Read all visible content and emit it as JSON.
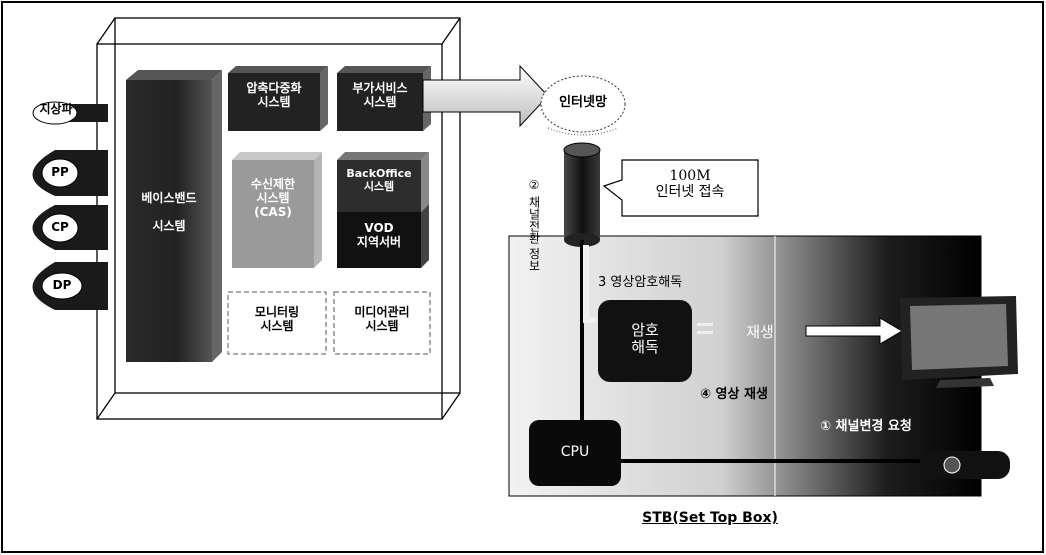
{
  "sources": [
    "지상파",
    "PP",
    "CP",
    "DP"
  ],
  "head_end": {
    "baseband": "베이스밴드\n\n시스템",
    "compress_mux": "압축다중화\n시스템",
    "value_added": "부가서비스\n시스템",
    "cas": "수신제한\n시스템\n(CAS)",
    "back_office": "BackOffice\n시스템",
    "vod": "VOD\n지역서버",
    "monitoring": "모니터링\n시스템",
    "media_mgmt": "미디어관리\n시스템"
  },
  "internet_cloud": "인터넷망",
  "bubble": "100M\n인터넷 접속",
  "stb": {
    "channel_info": "② 채널전환 정보",
    "decrypt_step": "3  영상암호해독",
    "decrypt_block": "암호\n해독",
    "play_block": "재생",
    "video_play": "④ 영상 재생",
    "cpu": "CPU",
    "channel_change": "① 채널변경 요청",
    "caption": "STB(Set Top Box)"
  },
  "colors": {
    "dark_block": "#1c1c1c",
    "mid_block": "#9a9a9a",
    "frame_border": "#000000"
  }
}
